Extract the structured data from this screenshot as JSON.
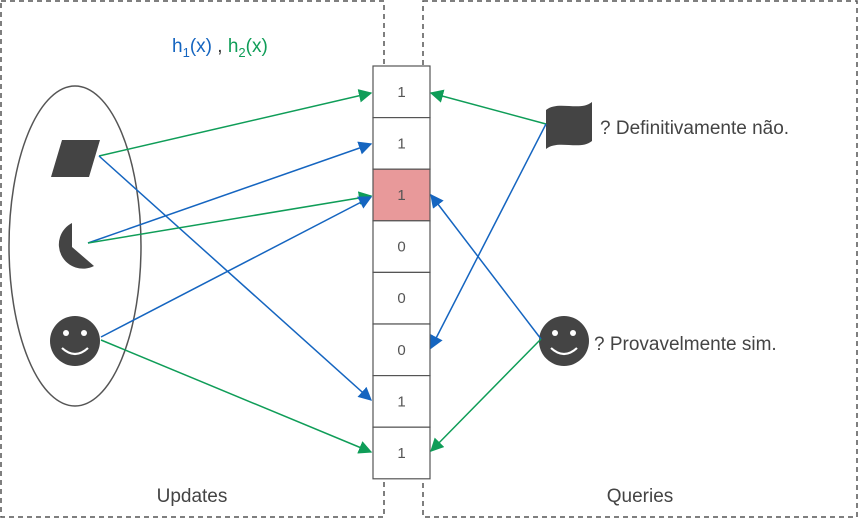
{
  "panels": {
    "updates_label": "Updates",
    "queries_label": "Queries"
  },
  "hash_functions": {
    "h1": {
      "base": "h",
      "sub": "1",
      "arg": "(x)",
      "color": "#1565c0"
    },
    "separator": ", ",
    "h2": {
      "base": "h",
      "sub": "2",
      "arg": "(x)",
      "color": "#0f9d58"
    }
  },
  "bit_array": {
    "cells": [
      "1",
      "1",
      "1",
      "0",
      "0",
      "0",
      "1",
      "1"
    ],
    "highlight_index": 2,
    "highlight_color": "#e8999a"
  },
  "update_items": [
    {
      "shape": "parallelogram-icon"
    },
    {
      "shape": "half-circle-icon"
    },
    {
      "shape": "smiley-icon"
    }
  ],
  "query_items": [
    {
      "shape": "flag-icon",
      "text": "? Definitivamente não."
    },
    {
      "shape": "smiley-icon",
      "text": "? Provavelmente sim."
    }
  ],
  "colors": {
    "h1_arrow": "#1565c0",
    "h2_arrow": "#0f9d58",
    "shape_fill": "#444444"
  }
}
